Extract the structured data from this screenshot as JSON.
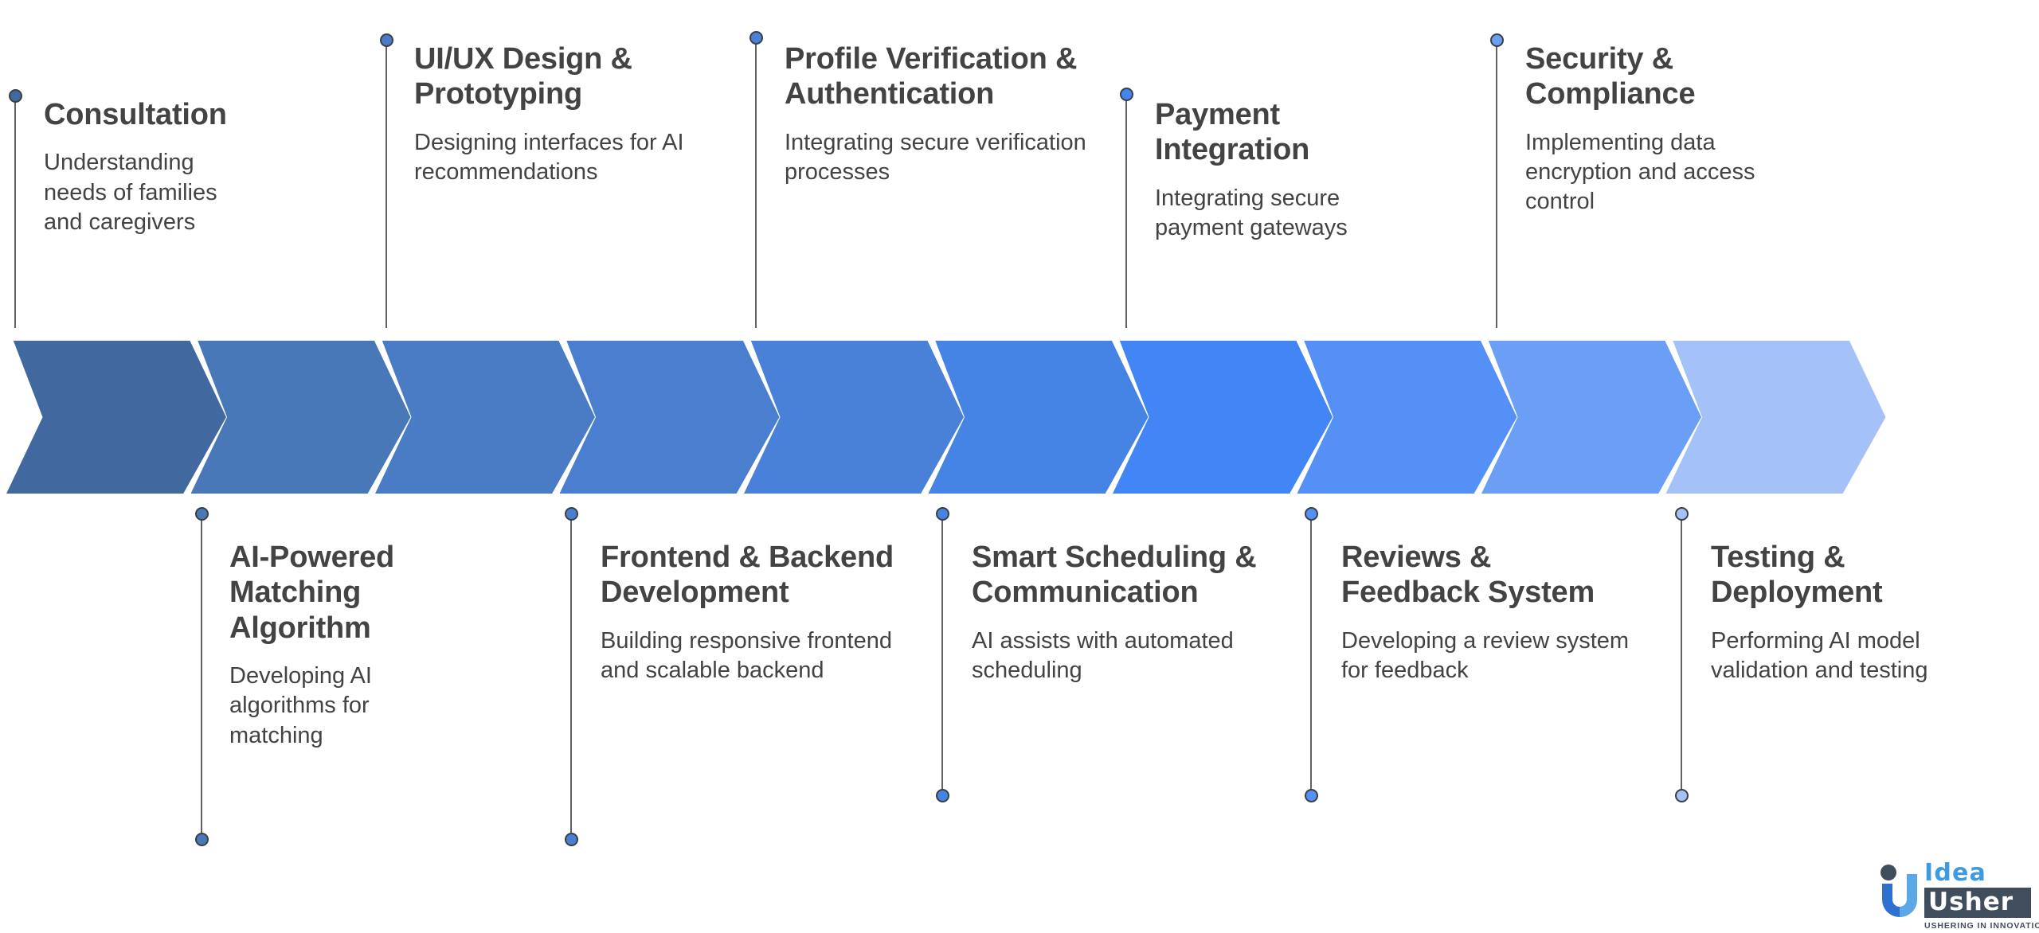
{
  "diagram": {
    "type": "chevron-process-flow",
    "orientation": "horizontal",
    "step_count": 10,
    "background_color": "#ffffff",
    "title_color": "#434343",
    "desc_color": "#434343",
    "connector_color": "#5f6368"
  },
  "steps": [
    {
      "index": 1,
      "title": "Consultation",
      "description": "Understanding needs of families and caregivers",
      "position": "top",
      "color": "#41699f"
    },
    {
      "index": 2,
      "title": "AI-Powered Matching Algorithm",
      "description": "Developing AI algorithms for matching",
      "position": "bottom",
      "color": "#4878b8"
    },
    {
      "index": 3,
      "title": "UI/UX Design & Prototyping",
      "description": "Designing interfaces for AI recommendations",
      "position": "top",
      "color": "#4a7cc6"
    },
    {
      "index": 4,
      "title": "Frontend & Backend Development",
      "description": "Building responsive frontend and scalable backend",
      "position": "bottom",
      "color": "#4a7fd0"
    },
    {
      "index": 5,
      "title": "Profile Verification & Authentication",
      "description": "Integrating secure verification processes",
      "position": "top",
      "color": "#4a81d8"
    },
    {
      "index": 6,
      "title": "Smart Scheduling & Communication",
      "description": "AI assists with automated scheduling",
      "position": "bottom",
      "color": "#4583e4"
    },
    {
      "index": 7,
      "title": "Payment Integration",
      "description": "Integrating secure payment gateways",
      "position": "top",
      "color": "#4285f4"
    },
    {
      "index": 8,
      "title": "Reviews & Feedback System",
      "description": "Developing a review system for feedback",
      "position": "bottom",
      "color": "#5490f5"
    },
    {
      "index": 9,
      "title": "Security & Compliance",
      "description": "Implementing data encryption and access control",
      "position": "top",
      "color": "#6b9ff5"
    },
    {
      "index": 10,
      "title": "Testing & Deployment",
      "description": "Performing AI model validation and testing",
      "position": "bottom",
      "color": "#a4c2f8"
    }
  ],
  "logo": {
    "word_one": "Idea",
    "word_two": "Usher",
    "tagline": "USHERING IN INNOVATION",
    "brand_blue": "#3f9ae0",
    "brand_dark": "#3f4d5c"
  }
}
